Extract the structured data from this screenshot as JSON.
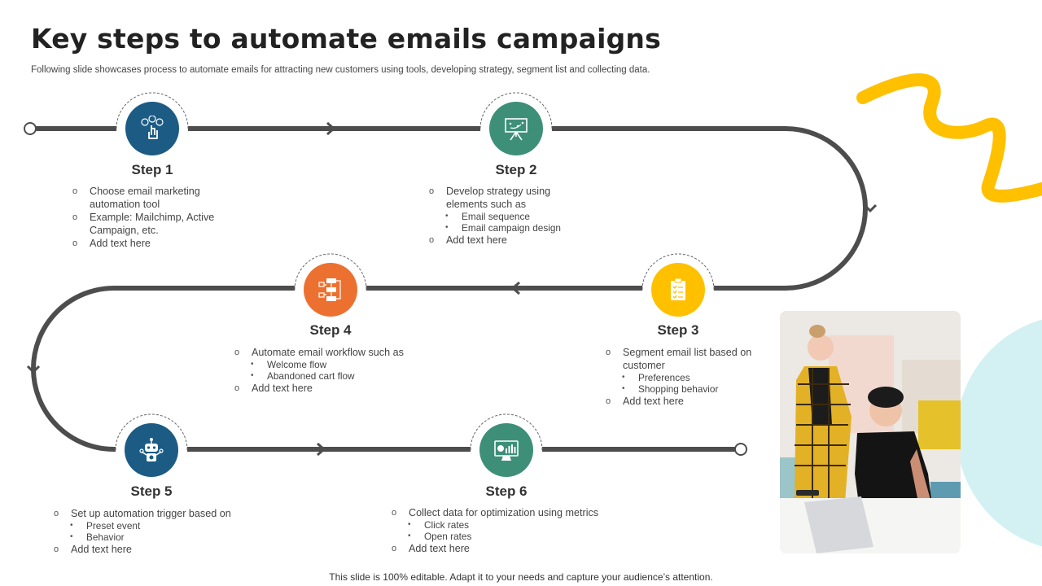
{
  "title": "Key steps to automate emails campaigns",
  "subtitle": "Following slide showcases process to automate emails for attracting new customers using tools, developing strategy, segment list and collecting data.",
  "footer": "This slide is 100% editable. Adapt it to your needs and capture your audience’s attention.",
  "colors": {
    "track": "#4d4d4d",
    "accent_yellow": "#ffc000",
    "accent_teal_light": "#d3f1f2",
    "step1": "#1b5b84",
    "step2": "#3d8f78",
    "step3": "#ffc000",
    "step4": "#ec7130",
    "step5": "#1b5b84",
    "step6": "#3d8f78"
  },
  "steps": [
    {
      "label": "Step 1",
      "icon": "abc-choice-hand-icon",
      "items": [
        {
          "text": "Choose email marketing automation tool",
          "sub": []
        },
        {
          "text": "Example: Mailchimp, Active Campaign, etc.",
          "sub": []
        },
        {
          "text": "Add text here",
          "sub": []
        }
      ]
    },
    {
      "label": "Step 2",
      "icon": "strategy-board-icon",
      "items": [
        {
          "text": "Develop strategy using elements such as",
          "sub": [
            "Email sequence",
            "Email campaign design"
          ]
        },
        {
          "text": "Add text here",
          "sub": []
        }
      ]
    },
    {
      "label": "Step 3",
      "icon": "clipboard-list-icon",
      "items": [
        {
          "text": "Segment email list based on customer",
          "sub": [
            "Preferences",
            "Shopping behavior"
          ]
        },
        {
          "text": "Add text here",
          "sub": []
        }
      ]
    },
    {
      "label": "Step 4",
      "icon": "workflow-icon",
      "items": [
        {
          "text": "Automate email workflow such as",
          "sub": [
            "Welcome flow",
            "Abandoned cart flow"
          ]
        },
        {
          "text": "Add text here",
          "sub": []
        }
      ]
    },
    {
      "label": "Step 5",
      "icon": "robot-icon",
      "items": [
        {
          "text": "Set up automation trigger based on",
          "sub": [
            "Preset event",
            "Behavior"
          ]
        },
        {
          "text": "Add text here",
          "sub": []
        }
      ]
    },
    {
      "label": "Step 6",
      "icon": "analytics-monitor-icon",
      "items": [
        {
          "text": "Collect data for optimization using metrics",
          "sub": [
            "Click rates",
            "Open rates"
          ]
        },
        {
          "text": "Add text here",
          "sub": []
        }
      ]
    }
  ],
  "photo_description": "photo-two-people-laptop"
}
